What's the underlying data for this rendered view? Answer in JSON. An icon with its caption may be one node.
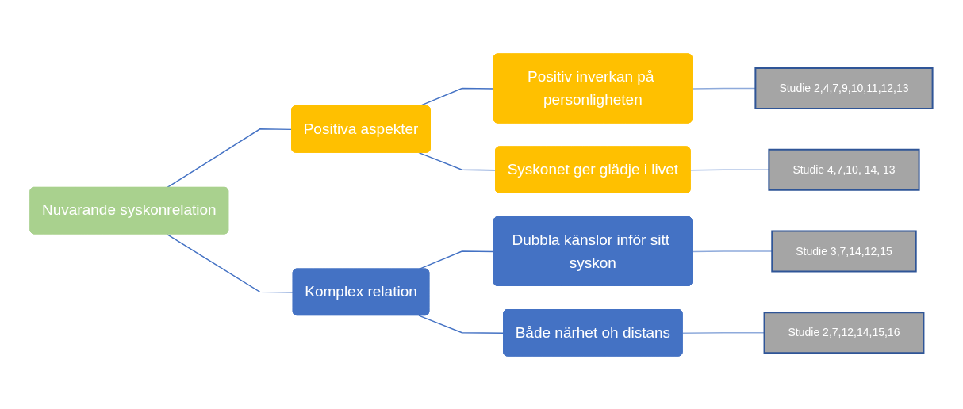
{
  "diagram": {
    "nodes": [
      {
        "text": [
          "Nuvarande syskonrelation"
        ]
      },
      {
        "text": [
          "Positiva aspekter"
        ]
      },
      {
        "text": [
          "Positiv inverkan på personligheten"
        ]
      },
      {
        "text": [
          "Studie 2,4,7,9,10,11,12,13"
        ]
      },
      {
        "text": [
          "Syskonet ger glädje i livet"
        ]
      },
      {
        "text": [
          "Studie 4,7,10, 14, 13"
        ]
      },
      {
        "text": [
          "Komplex relation"
        ]
      },
      {
        "text": [
          "Dubbla känslor inför sitt syskon"
        ]
      },
      {
        "text": [
          "Studie 3,7,14,12,15"
        ]
      },
      {
        "text": [
          "Både närhet oh distans"
        ]
      },
      {
        "text": [
          "Studie  2,7,12,14,15,16"
        ]
      }
    ],
    "edges": [
      {
        "from": 0,
        "to": 1,
        "arrow": "none"
      },
      {
        "from": 0,
        "to": 6,
        "arrow": "none"
      },
      {
        "from": 1,
        "to": 2,
        "arrow": "none"
      },
      {
        "from": 1,
        "to": 4,
        "arrow": "none"
      },
      {
        "from": 6,
        "to": 7,
        "arrow": "none"
      },
      {
        "from": 6,
        "to": 9,
        "arrow": "none"
      },
      {
        "from": 2,
        "to": 3,
        "arrow": "none",
        "color": "#8eaadb"
      },
      {
        "from": 4,
        "to": 5,
        "arrow": "none",
        "color": "#8eaadb"
      },
      {
        "from": 7,
        "to": 8,
        "arrow": "none",
        "color": "#8eaadb"
      },
      {
        "from": 9,
        "to": 10,
        "arrow": "none",
        "color": "#8eaadb"
      }
    ]
  }
}
